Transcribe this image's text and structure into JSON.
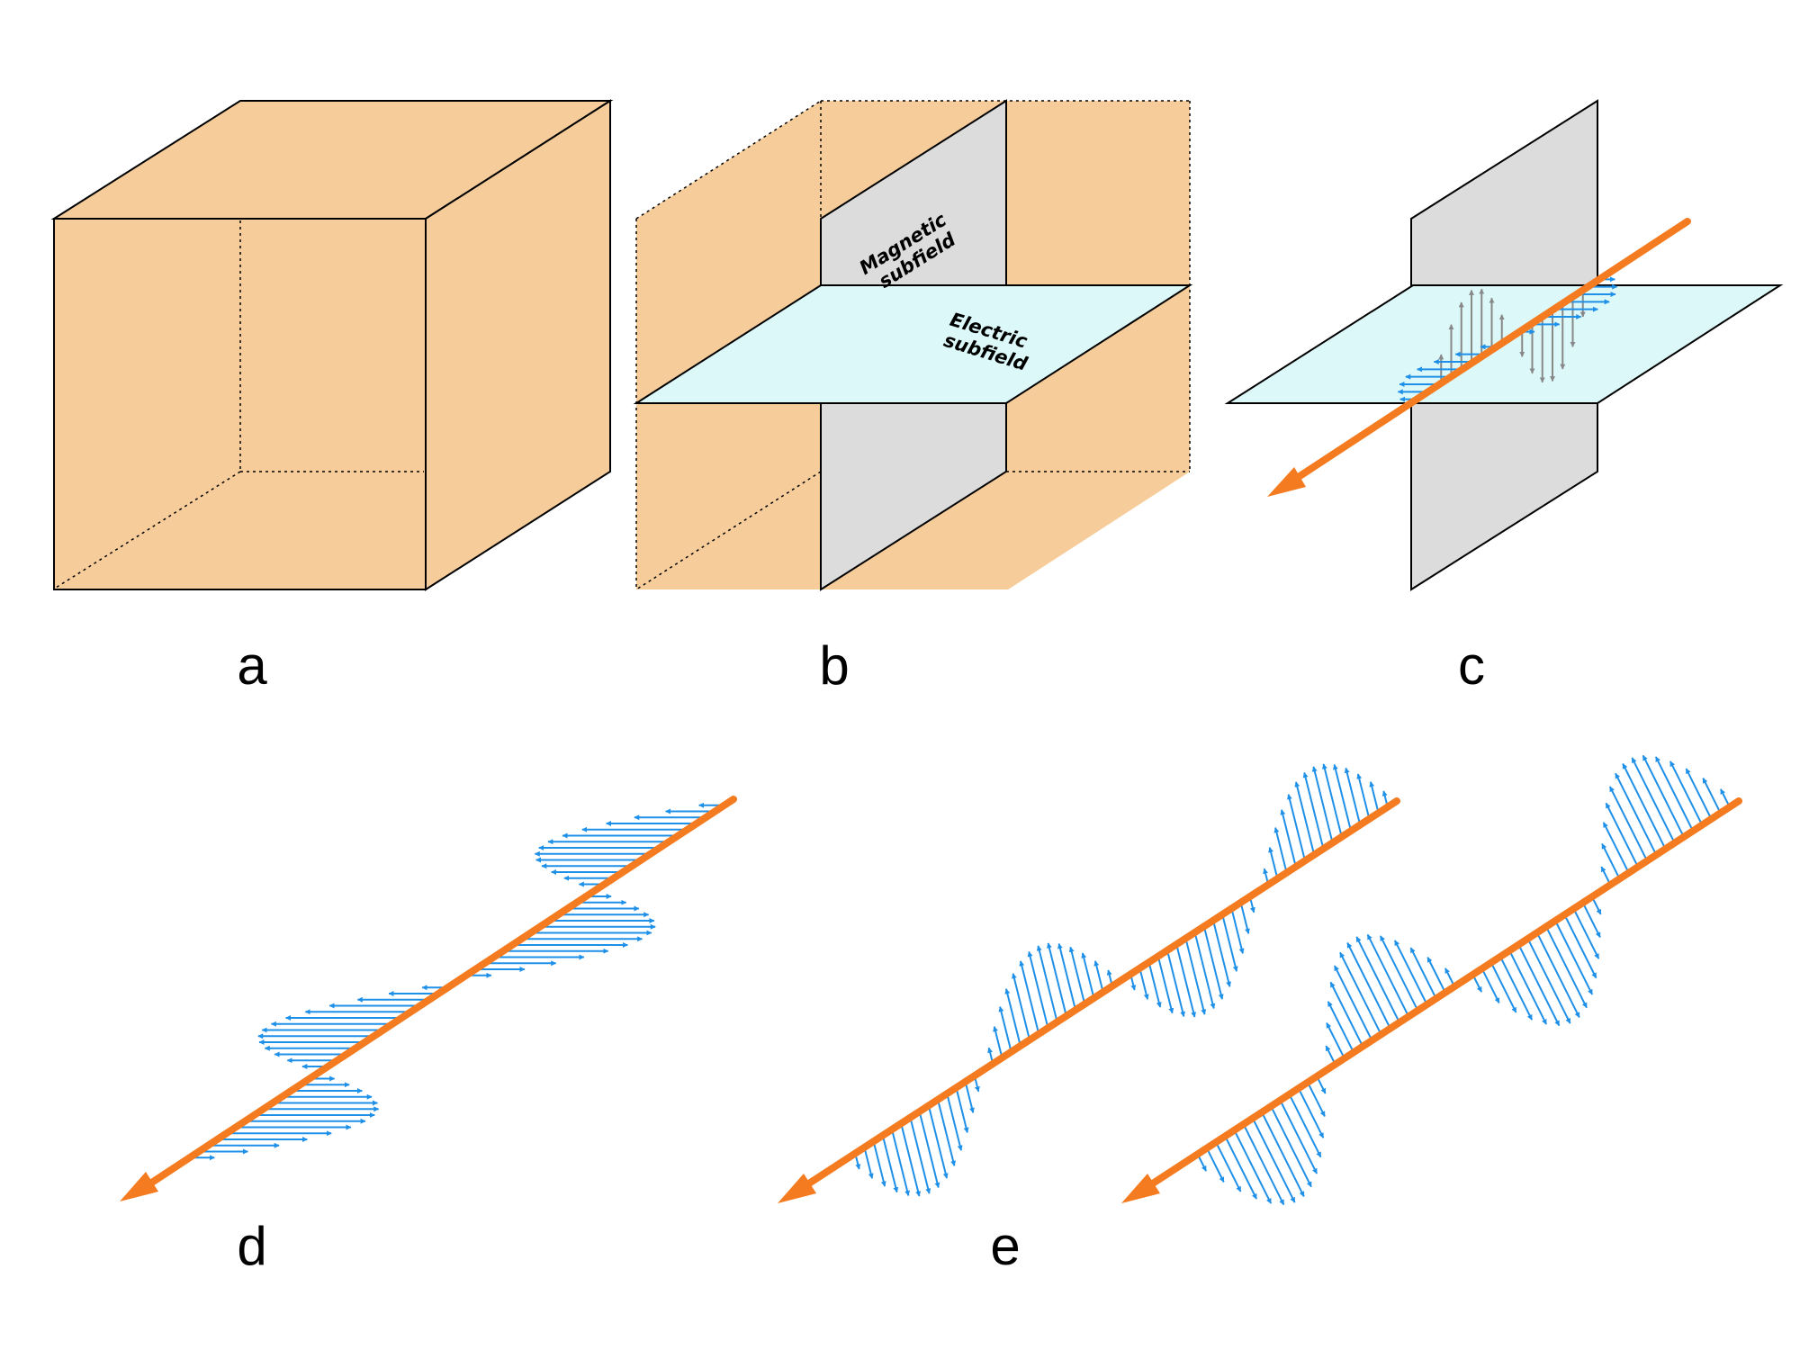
{
  "colors": {
    "box_fill": "#f6cd9a",
    "magnetic_plane": "#dcdcdc",
    "electric_plane": "#dcf8f8",
    "edge": "#000000",
    "propagation_arrow": "#f47b20",
    "electric_vector": "#1e90e8",
    "magnetic_vector": "#888888"
  },
  "panels": [
    {
      "id": "a",
      "label": "a"
    },
    {
      "id": "b",
      "label": "b"
    },
    {
      "id": "c",
      "label": "c"
    },
    {
      "id": "d",
      "label": "d"
    },
    {
      "id": "e",
      "label": "e"
    }
  ],
  "plane_labels": {
    "magnetic": [
      "Magnetic",
      "subfield"
    ],
    "electric": [
      "Electric",
      "subfield"
    ]
  }
}
